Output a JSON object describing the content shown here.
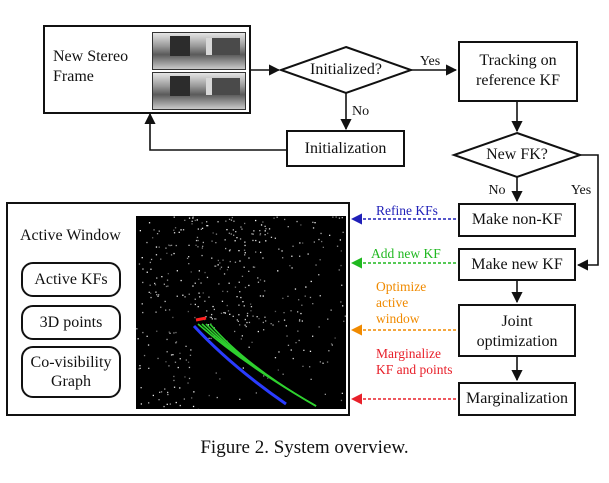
{
  "nodes": {
    "new_stereo_frame": "New Stereo Frame",
    "initialized": "Initialized?",
    "initialization": "Initialization",
    "tracking": "Tracking on reference KF",
    "new_fk": "New FK?",
    "make_non_kf": "Make non-KF",
    "make_new_kf": "Make new KF",
    "joint_optimization": "Joint optimization",
    "marginalization": "Marginalization"
  },
  "edge_labels": {
    "yes_initialized": "Yes",
    "no_initialized": "No",
    "no_new_fk": "No",
    "yes_new_fk": "Yes"
  },
  "active_window": {
    "title": "Active Window",
    "items": [
      "Active KFs",
      "3D points",
      "Co-visibility Graph"
    ]
  },
  "annotations": {
    "refine": "Refine KFs",
    "add": "Add new KF",
    "optimize": "Optimize active window",
    "marginalize": "Marginalize KF and points"
  },
  "colors": {
    "refine": "#1f1fb8",
    "add": "#1fb81f",
    "optimize": "#f08a00",
    "marginalize": "#e8202a"
  },
  "caption": "Figure 2. System overview."
}
